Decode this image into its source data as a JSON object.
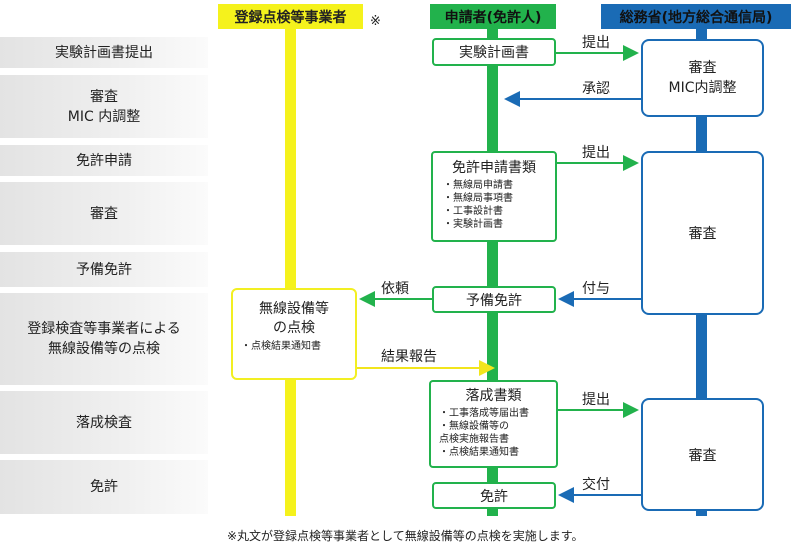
{
  "asterisk": "※",
  "footnote": "※丸文が登録点検等事業者として無線設備等の点検を実施します。",
  "lanes": {
    "registered": "登録点検等事業者",
    "applicant": "申請者(免許人)",
    "ministry": "総務省(地方総合通信局)"
  },
  "steps": [
    "実験計画書提出",
    "審査\nMIC 内調整",
    "免許申請",
    "審査",
    "予備免許",
    "登録検査等事業者による\n無線設備等の点検",
    "落成検査",
    "免許"
  ],
  "applicant_boxes": {
    "plan": "実験計画書",
    "license_docs": {
      "title": "免許申請書類",
      "items": [
        "無線局申請書",
        "無線局事項書",
        "工事設計書",
        "実験計画書"
      ]
    },
    "provisional": "予備免許",
    "completion_docs": {
      "title": "落成書類",
      "items": [
        "工事落成等届出書",
        "無線設備等の\n点検実施報告書",
        "点検結果通知書"
      ]
    },
    "license": "免許"
  },
  "ministry_boxes": {
    "review1": "審査\nMIC内調整",
    "review2": "審査",
    "review3": "審査"
  },
  "registered_box": {
    "title": "無線設備等\nの点検",
    "items": [
      "点検結果通知書"
    ]
  },
  "arrows": {
    "submit1": "提出",
    "approve": "承認",
    "submit2": "提出",
    "grant": "付与",
    "request": "依頼",
    "report": "結果報告",
    "submit3": "提出",
    "deliver": "交付"
  },
  "colors": {
    "registered_lane": "#f5f21c",
    "applicant_lane": "#22b24c",
    "ministry_lane": "#1a6bb5"
  }
}
